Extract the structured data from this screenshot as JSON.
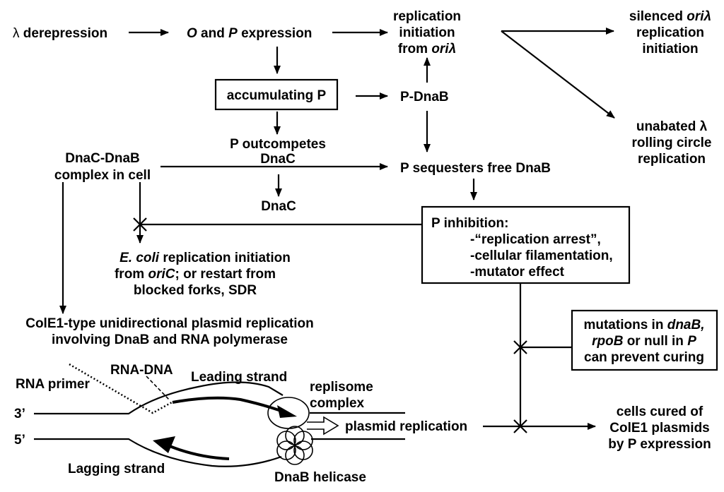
{
  "diagram": {
    "nodes": {
      "lambda_derepression": {
        "sym": "λ",
        "text": " derepression"
      },
      "o_and_p_expression": {
        "o": "O",
        "and": " and ",
        "p": "P",
        "rest": " expression"
      },
      "replication_initiation": {
        "line1": "replication",
        "line2": "initiation",
        "line3_a": "from ",
        "line3_b": "oriλ"
      },
      "silenced_ori": {
        "line1_a": "silenced ",
        "line1_b": "oriλ",
        "line2": "replication",
        "line3": "initiation"
      },
      "unabated_lambda": {
        "line1": "unabated λ",
        "line2": "rolling circle",
        "line3": "replication"
      },
      "accumulating_p": {
        "text": "accumulating P"
      },
      "p_dnab": {
        "text": "P-DnaB"
      },
      "p_outcompetes": {
        "line1": "P outcompetes",
        "line2": "DnaC"
      },
      "dnac": {
        "text": "DnaC"
      },
      "dnac_dnab_complex": {
        "line1": "DnaC-DnaB",
        "line2": "complex in cell"
      },
      "p_sequesters": {
        "text": "P sequesters free DnaB"
      },
      "p_inhibition": {
        "title": "P inhibition:",
        "items": [
          "-“replication arrest”,",
          "-cellular filamentation,",
          "-mutator effect"
        ]
      },
      "ecoli_initiation": {
        "line1_a": "E. coli",
        "line1_b": " replication initiation",
        "line2_a": "from ",
        "line2_b": "oriC",
        "line2_c": "; or restart from",
        "line3": "blocked forks, SDR"
      },
      "cole1_replication": {
        "line1": "ColE1-type unidirectional plasmid replication",
        "line2": "involving DnaB and RNA polymerase"
      },
      "mutations": {
        "line1_a": "mutations in ",
        "line1_b": "dnaB,",
        "line2_a": "rpoB",
        "line2_b": " or null in ",
        "line2_c": "P",
        "line3": "can prevent curing"
      },
      "cells_cured": {
        "line1": "cells cured of",
        "line2": "ColE1 plasmids",
        "line3": "by P expression"
      }
    },
    "replication_fork": {
      "rna_primer": "RNA primer",
      "rna_dna": "RNA-DNA",
      "leading_strand": "Leading strand",
      "lagging_strand": "Lagging strand",
      "replisome_line1": "replisome",
      "replisome_line2": "complex",
      "plasmid_replication": "plasmid replication",
      "dnab_helicase": "DnaB helicase",
      "end_3": "3’",
      "end_5": "5’"
    }
  }
}
